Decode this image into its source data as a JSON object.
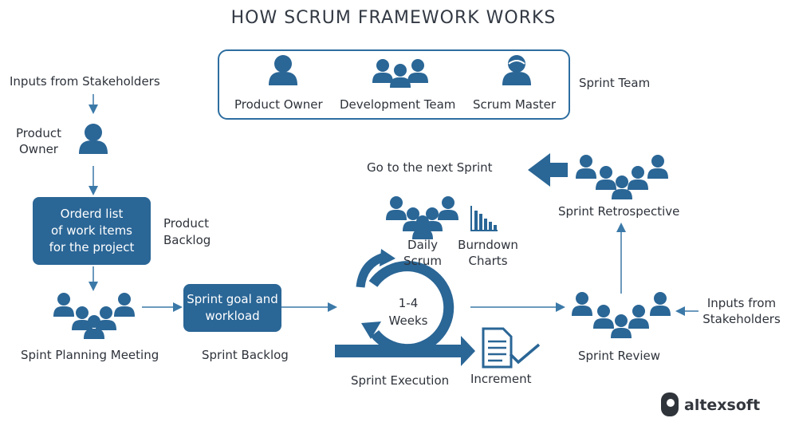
{
  "title": "HOW SCRUM FRAMEWORK WORKS",
  "colors": {
    "primary": "#2a6696",
    "line": "#3b79a8",
    "text": "#2e333b"
  },
  "team": {
    "product_owner": "Product Owner",
    "development_team": "Development Team",
    "scrum_master": "Scrum Master",
    "label": "Sprint Team"
  },
  "left": {
    "inputs": "Inputs from Stakeholders",
    "product_owner_line1": "Product",
    "product_owner_line2": "Owner",
    "backlog_box_line1": "Orderd list",
    "backlog_box_line2": "of work items",
    "backlog_box_line3": "for the project",
    "backlog_label_line1": "Product",
    "backlog_label_line2": "Backlog",
    "planning": "Spint Planning Meeting"
  },
  "sprint_backlog": {
    "box_line1": "Sprint goal and",
    "box_line2": "workload",
    "label": "Sprint Backlog"
  },
  "execution": {
    "cycle_line1": "1-4",
    "cycle_line2": "Weeks",
    "daily_line1": "Daily",
    "daily_line2": "Scrum",
    "burndown_line1": "Burndown",
    "burndown_line2": "Charts",
    "label": "Sprint Execution",
    "increment": "Increment"
  },
  "right": {
    "next_sprint": "Go to the next Sprint",
    "retrospective": "Sprint Retrospective",
    "review": "Sprint  Review",
    "inputs_line1": "Inputs  from",
    "inputs_line2": "Stakeholders"
  },
  "brand": {
    "name": "altexsoft"
  }
}
